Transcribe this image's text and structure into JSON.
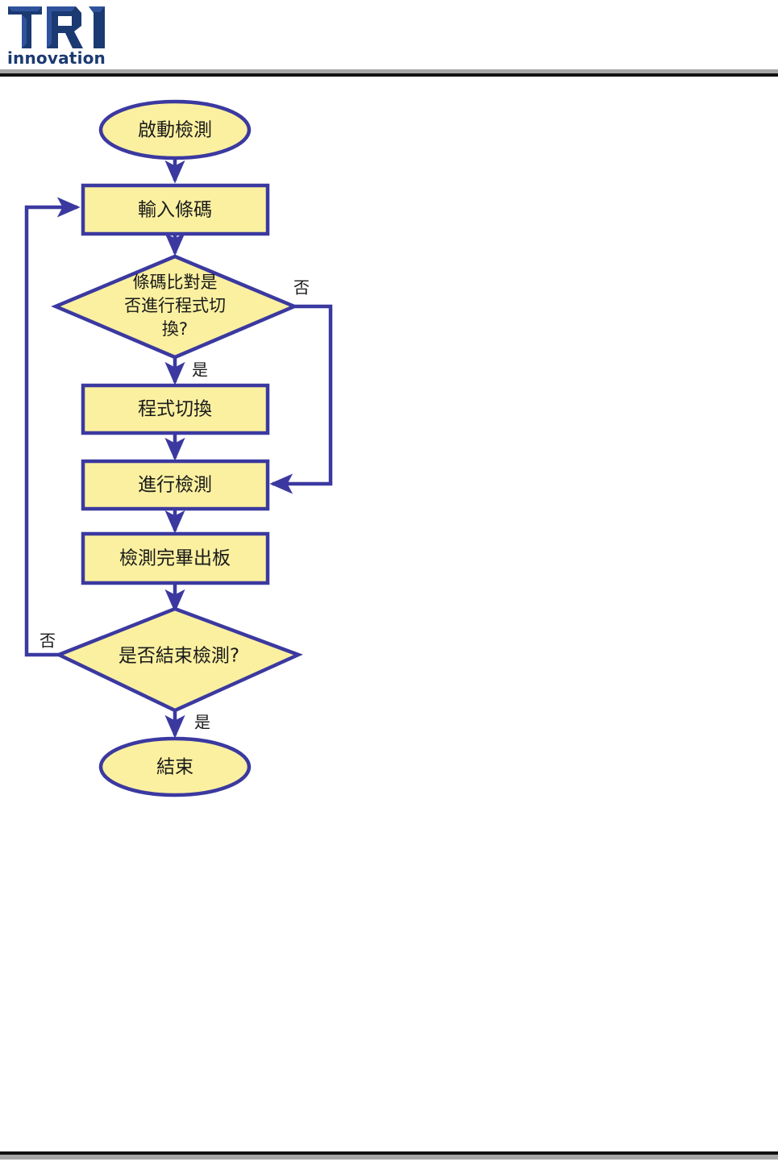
{
  "header": {
    "logo_mark_text": "TRI",
    "logo_wordmark": "innovation",
    "logo_color": "#1b3a72",
    "rule_gray": "#a6a6a6",
    "rule_black": "#111111"
  },
  "flowchart": {
    "title": "",
    "style": {
      "node_fill": "#faf0a0",
      "node_stroke": "#3b39a0",
      "connector_color": "#3b39a0",
      "text_color": "#1a1a1a"
    },
    "nodes": [
      {
        "id": "start",
        "shape": "ellipse",
        "label": "啟動檢測"
      },
      {
        "id": "input",
        "shape": "rectangle",
        "label": "輸入條碼"
      },
      {
        "id": "decision1",
        "shape": "diamond",
        "label_line1": "條碼比對是",
        "label_line2": "否進行程式切",
        "label_line3": "換?"
      },
      {
        "id": "switch",
        "shape": "rectangle",
        "label": "程式切換"
      },
      {
        "id": "inspect",
        "shape": "rectangle",
        "label": "進行檢測"
      },
      {
        "id": "output",
        "shape": "rectangle",
        "label": "檢測完畢出板"
      },
      {
        "id": "decision2",
        "shape": "diamond",
        "label": "是否結束檢測?"
      },
      {
        "id": "end",
        "shape": "ellipse",
        "label": "結束"
      }
    ],
    "edge_labels": {
      "decision1_no": "否",
      "decision1_yes": "是",
      "decision2_no": "否",
      "decision2_yes": "是"
    }
  }
}
